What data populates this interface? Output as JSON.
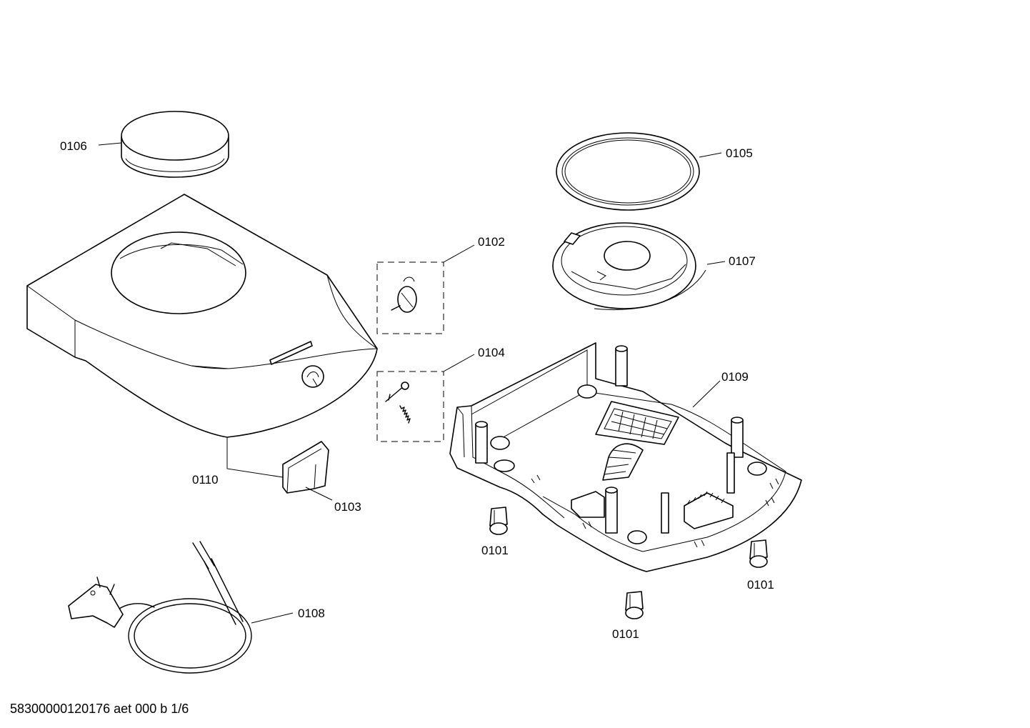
{
  "labels": {
    "p0101a": "0101",
    "p0101b": "0101",
    "p0101c": "0101",
    "p0102": "0102",
    "p0103": "0103",
    "p0104": "0104",
    "p0105": "0105",
    "p0106": "0106",
    "p0107": "0107",
    "p0108": "0108",
    "p0109": "0109",
    "p0110": "0110"
  },
  "footer": {
    "document_code": "58300000120176 aet 000 b 1/6"
  }
}
